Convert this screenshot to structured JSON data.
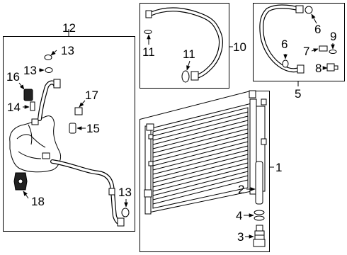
{
  "callouts": {
    "c1": "1",
    "c2": "2",
    "c3": "3",
    "c4": "4",
    "c5": "5",
    "c6a": "6",
    "c6b": "6",
    "c7": "7",
    "c8": "8",
    "c9": "9",
    "c10": "10",
    "c11a": "11",
    "c11b": "11",
    "c12": "12",
    "c13a": "13",
    "c13b": "13",
    "c13c": "13",
    "c14": "14",
    "c15": "15",
    "c16": "16",
    "c17": "17",
    "c18": "18"
  }
}
